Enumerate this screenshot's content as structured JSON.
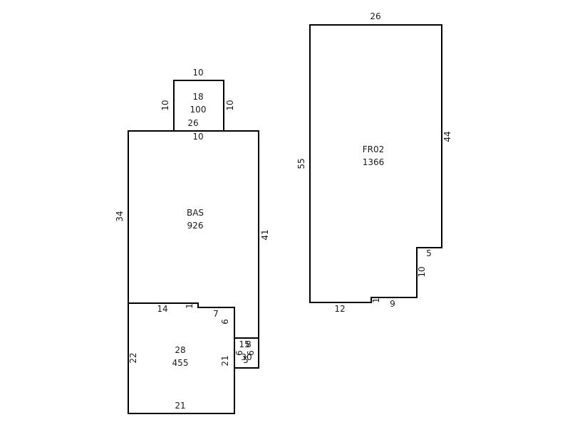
{
  "colors": {
    "line": "#000000",
    "text": "#1a1a1a",
    "background": "#ffffff"
  },
  "areas": {
    "upper": {
      "code": "18",
      "area": "100",
      "dim_top": "10",
      "dim_left": "10",
      "dim_right": "10",
      "dim_inner": "26",
      "dim_bottom": "10"
    },
    "bas": {
      "code": "BAS",
      "area": "926",
      "dim_left": "34",
      "dim_right": "41"
    },
    "lower": {
      "code": "28",
      "area": "455",
      "dim_top": "14",
      "dim_step": "1",
      "dim_top_right": "7",
      "dim_right_upper": "6",
      "dim_left": "22",
      "dim_right": "21",
      "dim_bottom": "21"
    },
    "small": {
      "dims": [
        "15",
        "8",
        "6",
        "6",
        "30",
        "5"
      ]
    },
    "fr02": {
      "code": "FR02",
      "area": "1366",
      "dim_top": "26",
      "dim_left": "55",
      "dim_right": "44",
      "dim_notch_top": "5",
      "dim_notch_side": "10",
      "dim_bottom_right": "9",
      "dim_step": "1",
      "dim_bottom_left": "12"
    }
  }
}
